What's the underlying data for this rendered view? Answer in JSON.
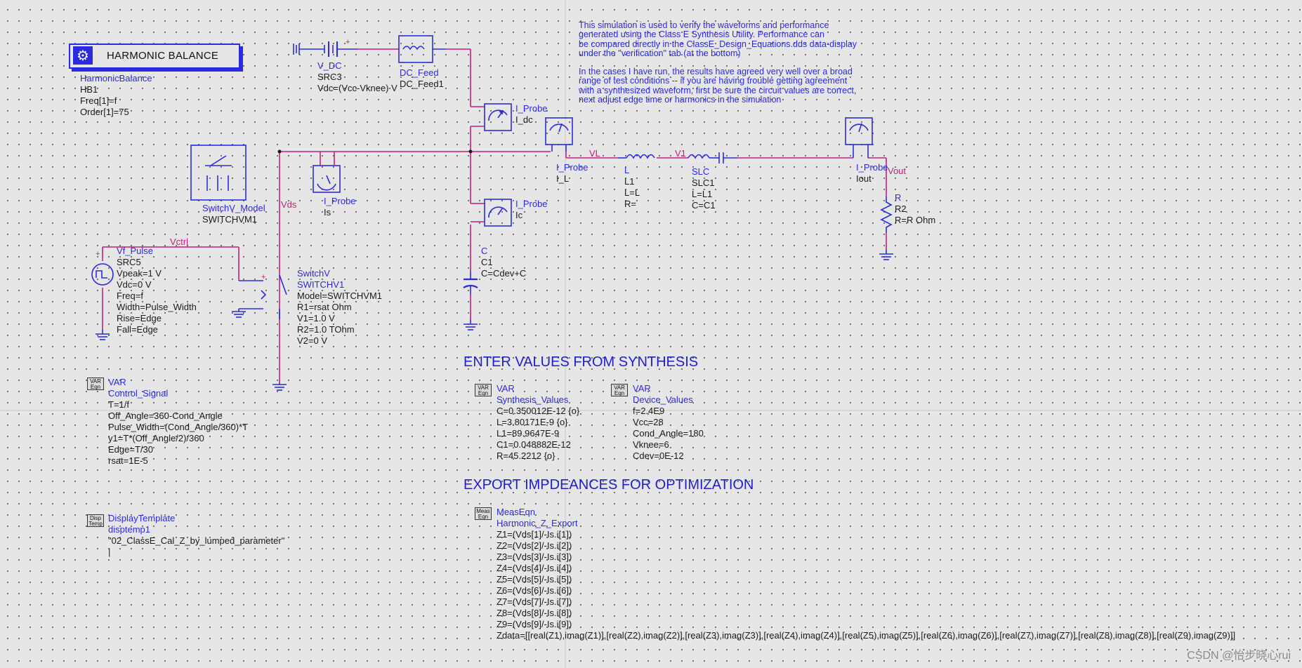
{
  "hb": {
    "title": "HARMONIC BALANCE",
    "type": "HarmonicBalance",
    "name": "HB1",
    "params": [
      "Freq[1]=f",
      "Order[1]=75"
    ]
  },
  "vdc": {
    "type": "V_DC",
    "name": "SRC3",
    "param": "Vdc=(Vcc-Vknee) V"
  },
  "dcfeed": {
    "type": "DC_Feed",
    "name": "DC_Feed1"
  },
  "note": {
    "lines1": [
      "This simulation is used to verify the waveforms and performance",
      "generated using the Class E Synthesis Utility.  Performance can",
      "be compared directly in the ClassE_Design_Equations.dds data-display",
      "under the \"verification\" tab (at the bottom)"
    ],
    "lines2": [
      "In the cases I have run, the results have agreed very well over a broad",
      "range of test conditions -- if you are having trouble getting agreement",
      "with a synthesized waveform, first be sure the circuit values are correct,",
      "next adjust edge time or harmonics in the simulation"
    ]
  },
  "probes": {
    "idc": {
      "type": "I_Probe",
      "name": "I_dc"
    },
    "il": {
      "type": "I_Probe",
      "name": "I_L"
    },
    "is": {
      "type": "I_Probe",
      "name": "Is"
    },
    "ic": {
      "type": "I_Probe",
      "name": "Ic"
    },
    "iout": {
      "type": "I_Probe",
      "name": "Iout"
    }
  },
  "switchmodel": {
    "type": "SwitchV_Model",
    "name": "SWITCHVM1"
  },
  "nets": {
    "vds": "Vds",
    "vctrl": "Vctrl",
    "vl": "VL",
    "v1": "V1",
    "vout": "Vout"
  },
  "inductor": {
    "type": "L",
    "name": "L1",
    "params": [
      "L=L",
      "R="
    ]
  },
  "slc": {
    "type": "SLC",
    "name": "SLC1",
    "params": [
      "L=L1",
      "C=C1"
    ]
  },
  "resistor": {
    "type": "R",
    "name": "R2",
    "params": [
      "R=R Ohm"
    ]
  },
  "capacitor": {
    "type": "C",
    "name": "C1",
    "params": [
      "C=Cdev+C"
    ]
  },
  "pulse": {
    "type": "Vf_Pulse",
    "name": "SRC5",
    "params": [
      "Vpeak=1 V",
      "Vdc=0 V",
      "Freq=f",
      "Width=Pulse_Width",
      "Rise=Edge",
      "Fall=Edge"
    ]
  },
  "switch": {
    "type": "SwitchV",
    "name": "SWITCHV1",
    "params": [
      "Model=SWITCHVM1",
      "R1=rsat Ohm",
      "V1=1.0 V",
      "R2=1.0 TOhm",
      "V2=0 V"
    ]
  },
  "var_control": {
    "type": "VAR",
    "name": "Control_Signal",
    "params": [
      "T=1/f",
      "Off_Angle=360-Cond_Angle",
      "Pulse_Width=(Cond_Angle/360)*T",
      "y1=T*(Off_Angle/2)/360",
      "Edge=T/30",
      "rsat=1E-5"
    ]
  },
  "display": {
    "type": "DisplayTemplate",
    "name": "disptemp1",
    "params": [
      "\"02_ClassE_Cal_Z_by_lumped_parameter\"",
      "|"
    ]
  },
  "heading_synthesis": "ENTER VALUES FROM SYNTHESIS",
  "var_synthesis": {
    "type": "VAR",
    "name": "Synthesis_Values",
    "params": [
      "C=0.350012E-12 {o}",
      "L=3.80171E-9 {o}",
      "L1=89.9647E-9",
      "C1=0.048882E-12",
      "R=45.2212 {o}"
    ]
  },
  "var_device": {
    "type": "VAR",
    "name": "Device_Values",
    "params": [
      "f=2.4E9",
      "Vcc=28",
      "Cond_Angle=180",
      "Vknee=6",
      "Cdev=0E-12"
    ]
  },
  "heading_export": "EXPORT IMPDEANCES FOR OPTIMIZATION",
  "meas": {
    "type": "MeasEqn",
    "name": "Harmonic_Z_Export",
    "params": [
      "Z1=(Vds[1]/-Is.i[1])",
      "Z2=(Vds[2]/-Is.i[2])",
      "Z3=(Vds[3]/-Is.i[3])",
      "Z4=(Vds[4]/-Is.i[4])",
      "Z5=(Vds[5]/-Is.i[5])",
      "Z6=(Vds[6]/-Is.i[6])",
      "Z7=(Vds[7]/-Is.i[7])",
      "Z8=(Vds[8]/-Is.i[8])",
      "Z9=(Vds[9]/-Is.i[9])",
      "Zdata=[[real(Z1),imag(Z1)],[real(Z2),imag(Z2)],[real(Z3),imag(Z3)],[real(Z4),imag(Z4)],[real(Z5),imag(Z5)],[real(Z6),imag(Z6)],[real(Z7),imag(Z7)],[real(Z8),imag(Z8)],[real(Z9),imag(Z9)]]"
    ]
  },
  "icons": {
    "var": "VAR Eqn",
    "meas": "Meas Eqn",
    "disp": "Disp Temp"
  },
  "watermark": "CSDN @怡步晓心rui",
  "colors": {
    "wire": "#c21f7a",
    "component": "#2a2ae0",
    "text": "#1a1a1a"
  }
}
